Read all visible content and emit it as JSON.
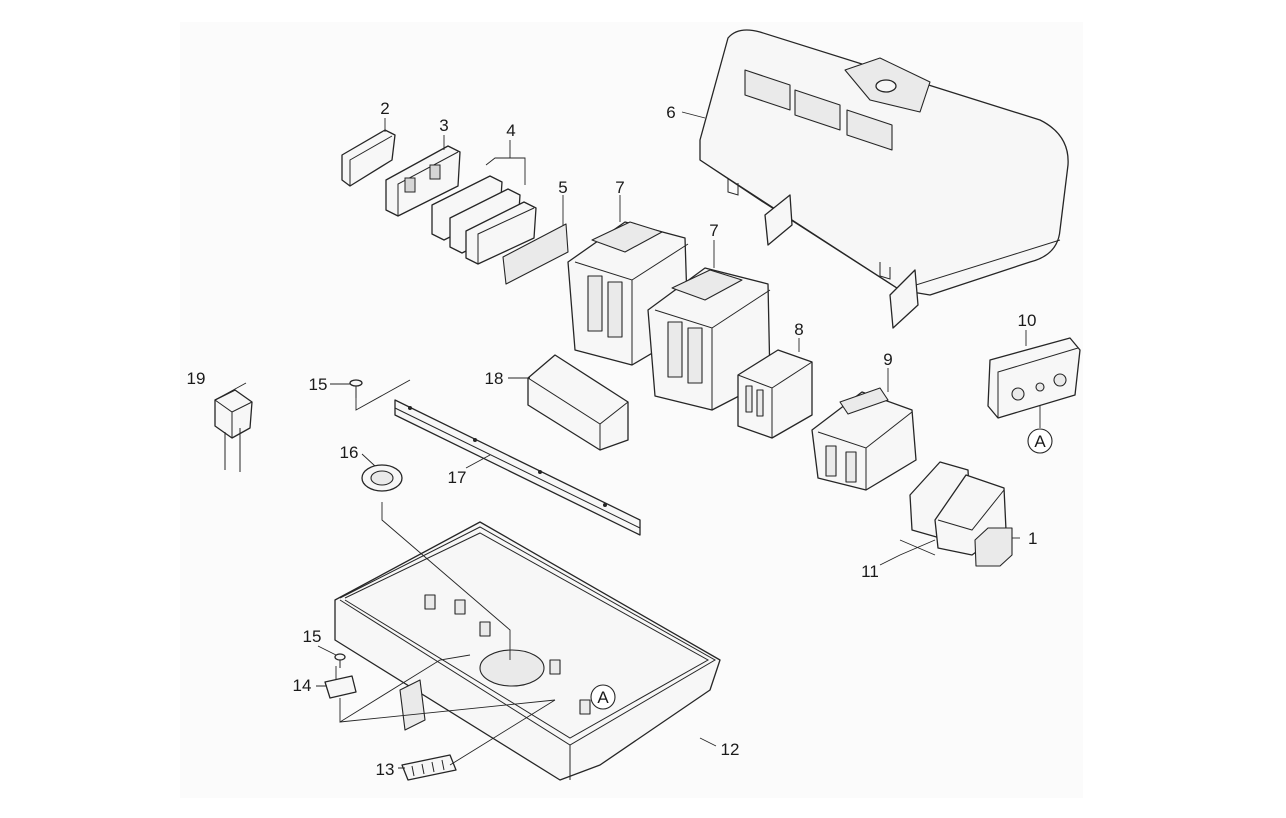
{
  "diagram": {
    "callouts": [
      "1",
      "2",
      "3",
      "4",
      "5",
      "6",
      "7",
      "7",
      "8",
      "9",
      "10",
      "11",
      "12",
      "13",
      "14",
      "15",
      "15",
      "16",
      "17",
      "18",
      "19"
    ],
    "markers": [
      "A",
      "A"
    ]
  }
}
